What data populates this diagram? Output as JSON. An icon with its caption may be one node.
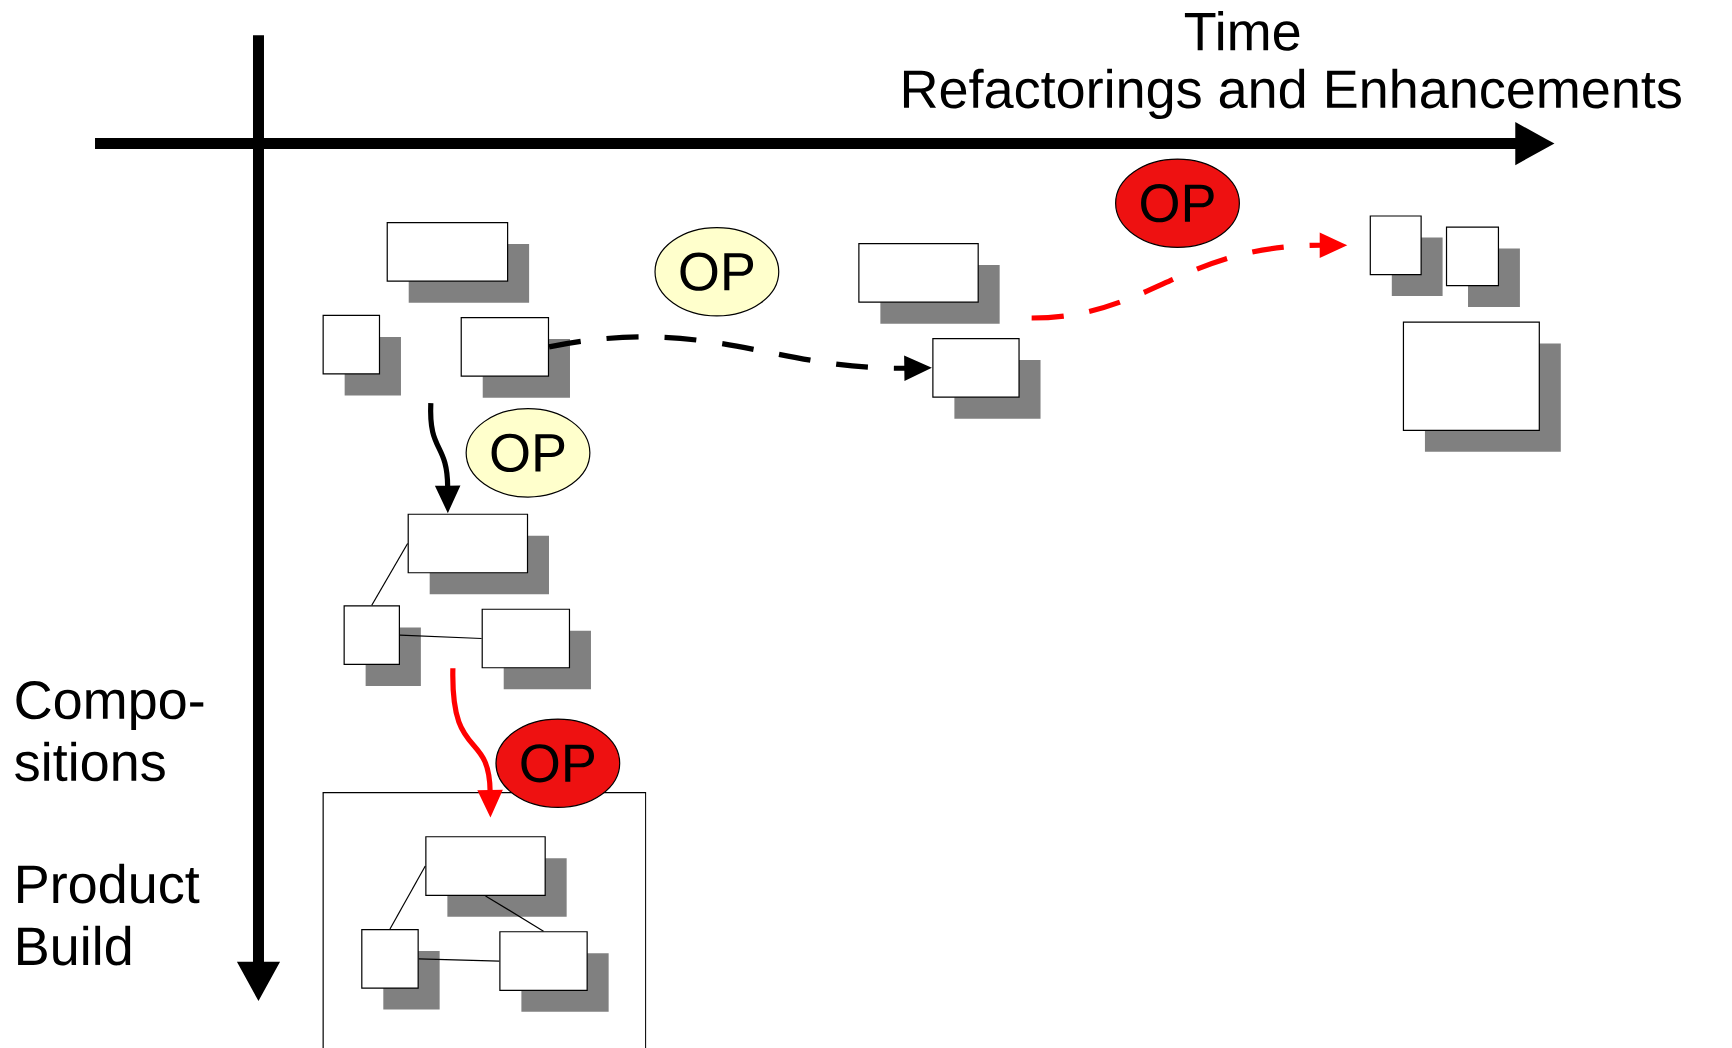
{
  "diagram": {
    "nodes": [
      {
        "text": [],
        "shape": "box"
      },
      {
        "text": [],
        "shape": "box"
      },
      {
        "text": [],
        "shape": "box"
      },
      {
        "text": [
          "OP"
        ]
      },
      {
        "text": [],
        "shape": "box"
      },
      {
        "text": [],
        "shape": "box"
      },
      {
        "text": [
          "OP"
        ]
      },
      {
        "text": [],
        "shape": "box"
      },
      {
        "text": [],
        "shape": "box"
      },
      {
        "text": [],
        "shape": "box"
      },
      {
        "text": [
          "OP"
        ]
      },
      {
        "text": [],
        "shape": "box"
      },
      {
        "text": [],
        "shape": "box"
      },
      {
        "text": [],
        "shape": "box"
      },
      {
        "text": [
          "OP"
        ]
      },
      {
        "text": [],
        "shape": "box"
      },
      {
        "text": [],
        "shape": "box",
        "in": 15
      },
      {
        "text": [],
        "shape": "box",
        "in": 15
      },
      {
        "text": [],
        "shape": "box",
        "in": 15
      }
    ],
    "edges": [
      {
        "from": 2,
        "to": 5,
        "arrow": "to",
        "style": "dashed"
      },
      {
        "from": 5,
        "to": 7,
        "arrow": "to",
        "style": "dashed",
        "color": "#ff0000"
      },
      {
        "from": null,
        "to": 11,
        "arrow": "to",
        "style": "thick"
      },
      {
        "from": null,
        "to": 15,
        "arrow": "to",
        "style": "thick",
        "color": "#ff0000"
      },
      {
        "from": 11,
        "to": 12,
        "arrow": "none"
      },
      {
        "from": 12,
        "to": 13,
        "arrow": "none"
      },
      {
        "from": 16,
        "to": 17,
        "arrow": "none"
      },
      {
        "from": 16,
        "to": 18,
        "arrow": "none"
      },
      {
        "from": 17,
        "to": 18,
        "arrow": "none"
      }
    ],
    "labels": [
      "Time",
      "Refactorings and Enhancements",
      "Compo- sitions",
      "Product Build"
    ]
  }
}
